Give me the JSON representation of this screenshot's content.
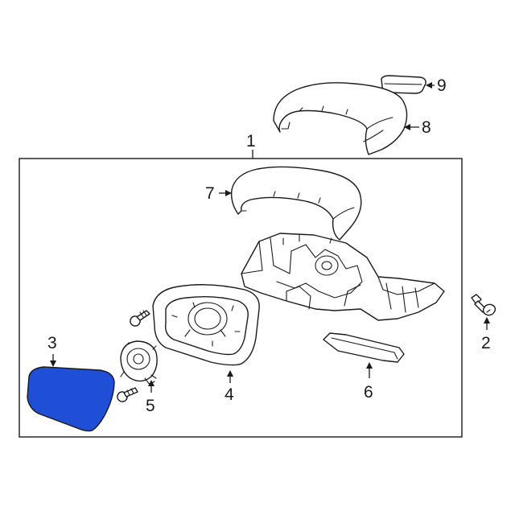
{
  "callouts": {
    "c1": "1",
    "c2": "2",
    "c3": "3",
    "c4": "4",
    "c5": "5",
    "c6": "6",
    "c7": "7",
    "c8": "8",
    "c9": "9"
  },
  "colors": {
    "line": "#1a1a1a",
    "highlight_fill": "#1f4fd6",
    "background": "#ffffff"
  },
  "icons": {
    "arrow": "arrowhead"
  }
}
